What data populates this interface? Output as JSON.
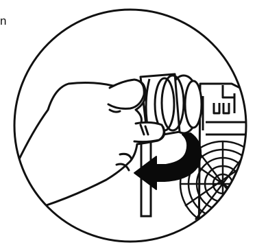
{
  "page": {
    "fragment_text": "n"
  },
  "illustration": {
    "subject": "hand-turning-filter-cap",
    "action_arrow": "counterclockwise",
    "stroke_color": "#111111",
    "fill_color": "#ffffff",
    "arrow_color": "#0a0a0a"
  }
}
